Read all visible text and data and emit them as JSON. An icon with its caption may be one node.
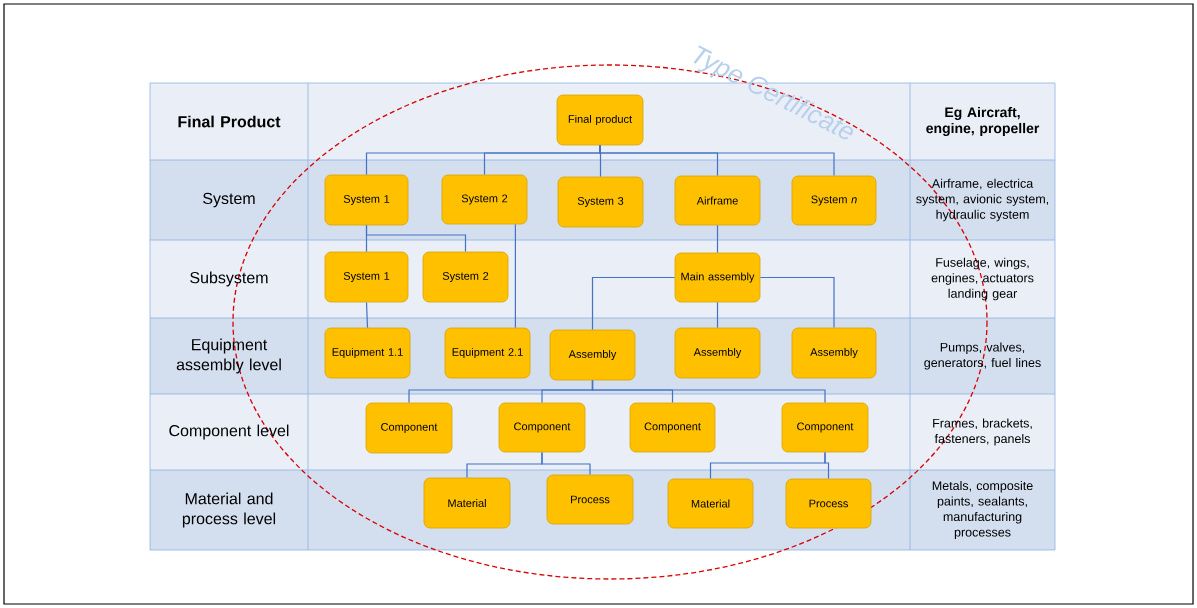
{
  "diagram": {
    "nodes": [
      {
        "text": [
          "Final product"
        ]
      },
      {
        "text": [
          "System 1"
        ]
      },
      {
        "text": [
          "System 2"
        ]
      },
      {
        "text": [
          "System 3"
        ]
      },
      {
        "text": [
          "Airframe"
        ]
      },
      {
        "text": [
          "System *n*"
        ]
      },
      {
        "text": [
          "System 1"
        ]
      },
      {
        "text": [
          "System 2"
        ]
      },
      {
        "text": [
          "Main assembly"
        ]
      },
      {
        "text": [
          "Equipment 1.1"
        ]
      },
      {
        "text": [
          "Equipment 2.1"
        ]
      },
      {
        "text": [
          "Assembly"
        ]
      },
      {
        "text": [
          "Assembly"
        ]
      },
      {
        "text": [
          "Assembly"
        ]
      },
      {
        "text": [
          "Component"
        ]
      },
      {
        "text": [
          "Component"
        ]
      },
      {
        "text": [
          "Component"
        ]
      },
      {
        "text": [
          "Component"
        ]
      },
      {
        "text": [
          "Material"
        ]
      },
      {
        "text": [
          "Process"
        ]
      },
      {
        "text": [
          "Material"
        ]
      },
      {
        "text": [
          "Process"
        ]
      }
    ],
    "edges": [
      {
        "from": 0,
        "to": 1,
        "arrow": "none"
      },
      {
        "from": 0,
        "to": 2,
        "arrow": "none"
      },
      {
        "from": 0,
        "to": 3,
        "arrow": "none"
      },
      {
        "from": 0,
        "to": 4,
        "arrow": "none"
      },
      {
        "from": 0,
        "to": 5,
        "arrow": "none"
      },
      {
        "from": 1,
        "to": 6,
        "arrow": "none"
      },
      {
        "from": 1,
        "to": 7,
        "arrow": "none"
      },
      {
        "from": 2,
        "to": 10,
        "arrow": "none"
      },
      {
        "from": 4,
        "to": 8,
        "arrow": "none"
      },
      {
        "from": 6,
        "to": 9,
        "arrow": "none"
      },
      {
        "from": 8,
        "to": 11,
        "arrow": "none"
      },
      {
        "from": 8,
        "to": 12,
        "arrow": "none"
      },
      {
        "from": 8,
        "to": 13,
        "arrow": "none"
      },
      {
        "from": 11,
        "to": 14,
        "arrow": "none"
      },
      {
        "from": 11,
        "to": 15,
        "arrow": "none"
      },
      {
        "from": 11,
        "to": 16,
        "arrow": "none"
      },
      {
        "from": 11,
        "to": 17,
        "arrow": "none"
      },
      {
        "from": 15,
        "to": 18,
        "arrow": "none"
      },
      {
        "from": 15,
        "to": 19,
        "arrow": "none"
      },
      {
        "from": 17,
        "to": 20,
        "arrow": "none"
      },
      {
        "from": 17,
        "to": 21,
        "arrow": "none"
      }
    ],
    "labels": [
      "Type Certificate",
      "Final Product",
      "Eg Aircraft, engine, propeller",
      "System",
      "Airframe, electrica system, avionic system, hydraulic system",
      "Subsystem",
      "Fuselage, wings, engines, actuators landing gear",
      "Equipment assembly level",
      "Pumps, valves, generators, fuel lines",
      "Component level",
      "Frames, brackets, fasteners, panels",
      "Material and process level",
      "Metals, composite paints, sealants, manufacturing processes"
    ]
  }
}
